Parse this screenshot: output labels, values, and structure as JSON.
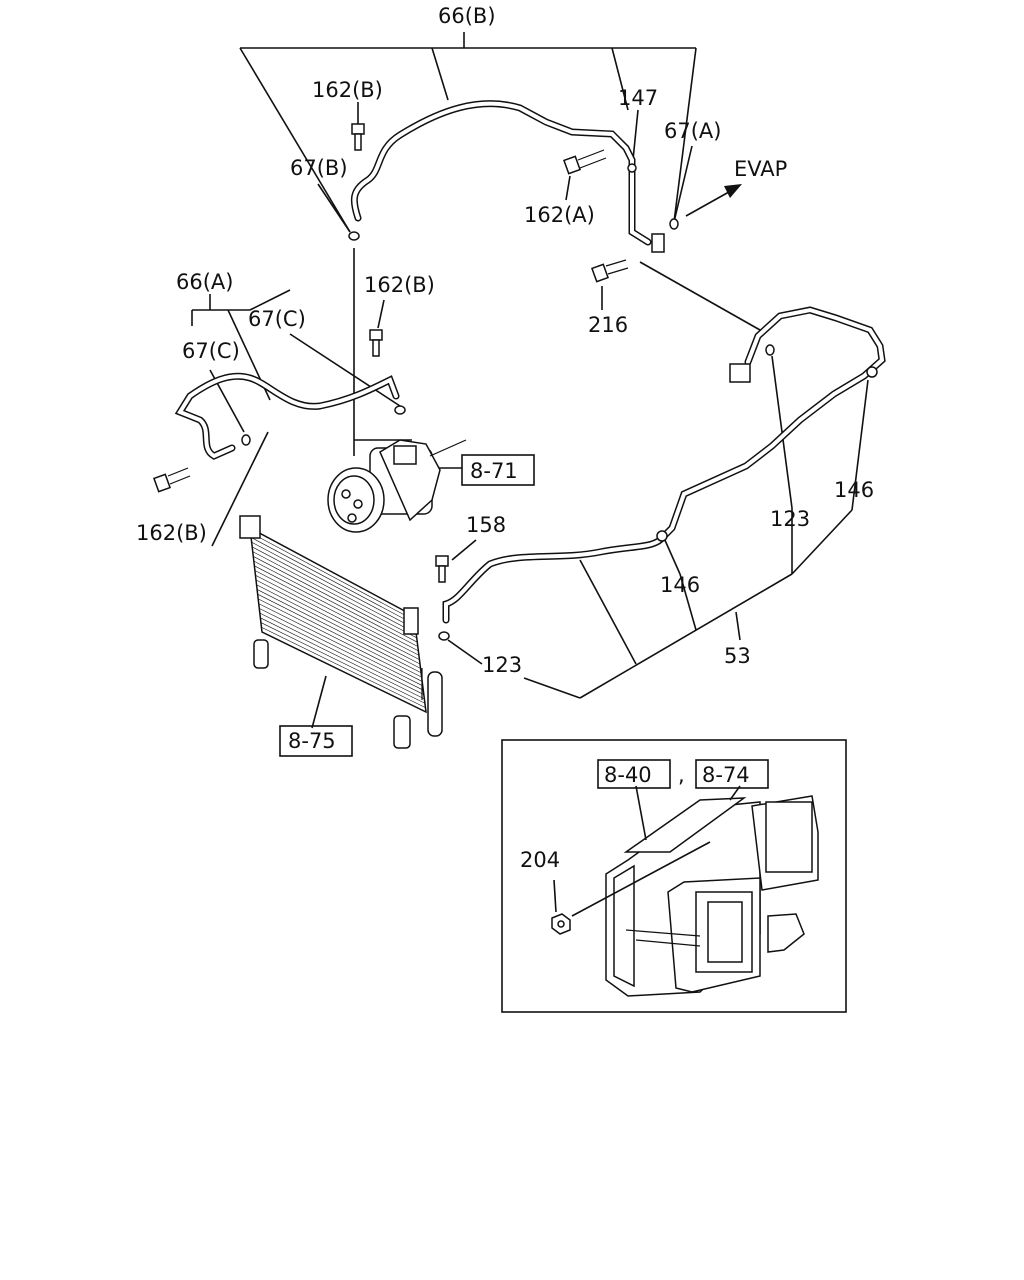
{
  "labels": {
    "l66b": "66(B)",
    "l162b_top": "162(B)",
    "l147": "147",
    "l67a": "67(A)",
    "l67b": "67(B)",
    "levap": "EVAP",
    "l162a": "162(A)",
    "l66a": "66(A)",
    "l162b_mid": "162(B)",
    "l216": "216",
    "l67c_1": "67(C)",
    "l67c_2": "67(C)",
    "l871": "8-71",
    "l162b_left": "162(B)",
    "l158": "158",
    "l146_right": "146",
    "l123_right": "123",
    "l146_mid": "146",
    "l53": "53",
    "l123_low": "123",
    "l875": "8-75",
    "l840": "8-40",
    "lcomma": ",",
    "l874": "8-74",
    "l204": "204"
  }
}
